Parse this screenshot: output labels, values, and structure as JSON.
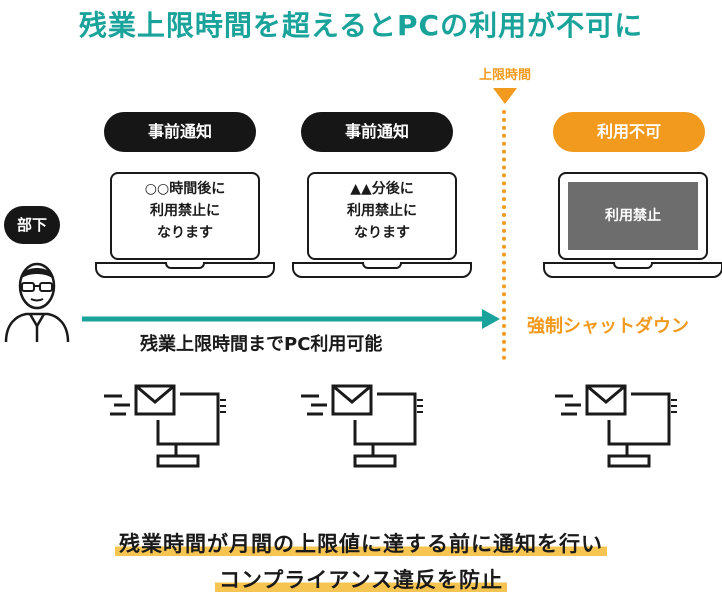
{
  "title": "残業上限時間を超えるとPCの利用が不可に",
  "limit_label": "上限時間",
  "person_label": "部下",
  "notices": [
    {
      "pill": "事前通知",
      "message_lines": [
        "○○時間後に",
        "利用禁止に",
        "なります"
      ]
    },
    {
      "pill": "事前通知",
      "message_lines": [
        "▲▲分後に",
        "利用禁止に",
        "なります"
      ]
    }
  ],
  "blocked": {
    "pill": "利用不可",
    "screen_text": "利用禁止",
    "caption": "強制シャットダウン"
  },
  "arrow_label": "残業上限時間までPC利用可能",
  "bottom_lines": [
    "残業時間が月間の上限値に達する前に通知を行い",
    "コンプライアンス違反を防止"
  ],
  "colors": {
    "teal": "#1aa39a",
    "orange": "#f29a1e",
    "black": "#161616",
    "highlight": "#f6c451"
  },
  "icons": [
    "person-with-glasses-icon",
    "envelope-icon",
    "desktop-monitor-icon"
  ]
}
